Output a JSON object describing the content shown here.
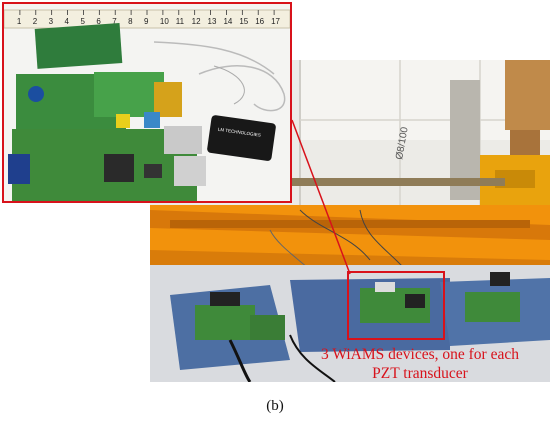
{
  "figure": {
    "panel_label": "(b)",
    "callout": {
      "line1": "3 WiAMS devices, one for each",
      "line2": "PZT transducer"
    },
    "ruler_marks": [
      "1",
      "2",
      "3",
      "4",
      "5",
      "6",
      "7",
      "8",
      "9",
      "10",
      "11",
      "12",
      "13",
      "14",
      "15",
      "16",
      "17"
    ],
    "device_brand_text": "LM TECHNOLOGIES",
    "stencil_text": "Ø8/100",
    "colors": {
      "highlight_red": "#d8121b",
      "steel_orange": "#f2920c",
      "pcb_green": "#3f8a3a",
      "cloth_blue": "#4d6fa3"
    }
  }
}
